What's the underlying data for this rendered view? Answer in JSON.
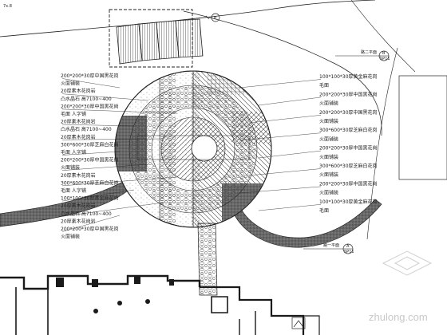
{
  "header": {
    "corner_note": "7x.8"
  },
  "callouts": {
    "top": {
      "code": "B",
      "sheet": "SP11",
      "caption": "路二平面"
    },
    "bottom": {
      "code": "A",
      "sheet": "SP11",
      "caption": "路一平面"
    },
    "small_top_marker": "B"
  },
  "left_labels": [
    "200*200*30厚中国黑花岗",
    "火面铺装",
    "20厚素木花岗岩",
    "凸水晶石 高7100~400",
    "200*200*30厚中国黑花岗",
    "毛面 人字铺",
    "20厚素木花岗岩",
    "凸水晶石 高7100~400",
    "20厚素木花岗岩",
    "300*600*30厚芝麻白花岗",
    "毛面 人字铺",
    "200*200*30厚中国黑花岗",
    "火面铺装",
    "20厚素木花岗岩",
    "300*600*30厚芝麻白花岗",
    "毛面 人字铺",
    "100*100*30厚黄金麻花岗",
    "20厚素木花岗岩",
    "凸水晶石 高7100~400",
    "20厚素木花岗岩",
    "200*200*30厚中国黑花岗",
    "火面铺装"
  ],
  "right_labels": [
    "100*100*30厚黄金麻花岗",
    "毛面",
    "200*200*30厚中国黑花岗",
    "火面铺装",
    "200*200*30厚中国黑花岗",
    "火面铺装",
    "300*600*30厚芝麻白花岗",
    "火面铺装",
    "200*200*30厚中国黑花岗",
    "火面铺装",
    "300*600*30厚芝麻白花岗",
    "火面铺装",
    "200*200*30厚中国黑花岗",
    "火面铺装",
    "100*100*30厚黄金麻花岗",
    "毛面"
  ],
  "watermark": {
    "text": "zhulong.com"
  },
  "colors": {
    "line": "#222222",
    "dark": "#3a3a3a",
    "hatch": "#555555"
  }
}
